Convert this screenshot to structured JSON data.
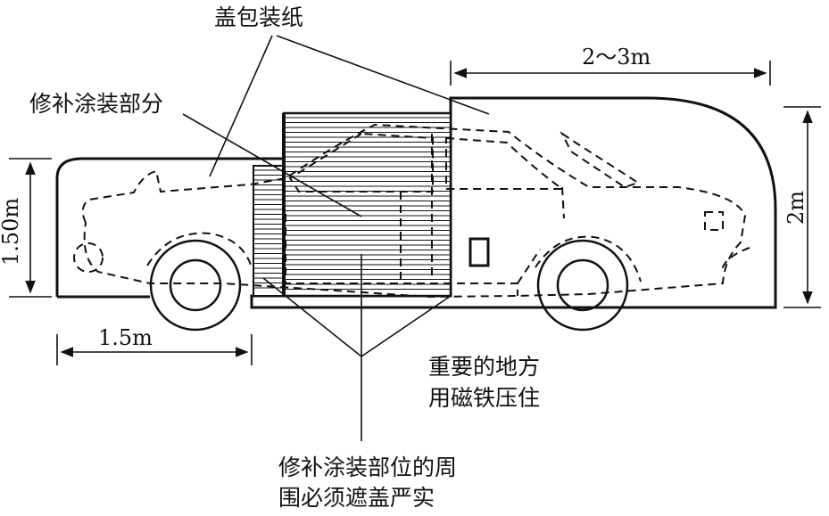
{
  "labels": {
    "cover_paper": "盖包装纸",
    "repair_part": "修补涂装部分",
    "magnet_line1": "重要的地方",
    "magnet_line2": "用磁铁压住",
    "surround_line1": "修补涂装部位的周",
    "surround_line2": "围必须遮盖严实"
  },
  "dimensions": {
    "top_width": "2～3m",
    "left_height": "1.50m",
    "bottom_width": "1.5m",
    "right_height": "2m"
  }
}
